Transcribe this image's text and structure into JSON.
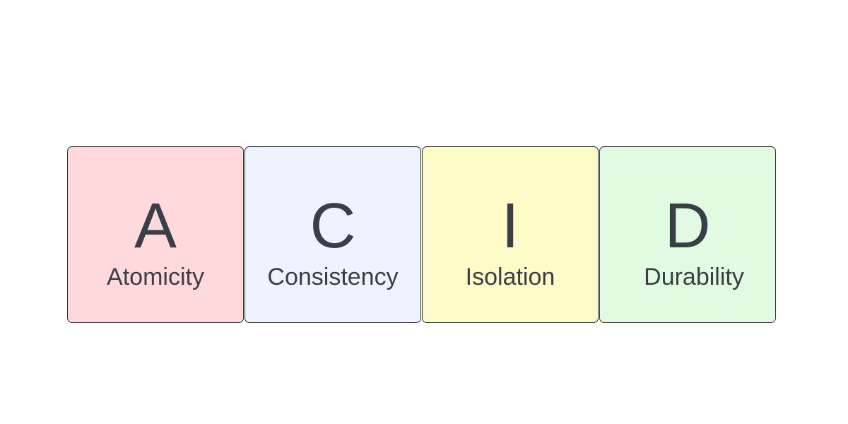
{
  "cards": [
    {
      "letter": "A",
      "word": "Atomicity",
      "color": "#ffd9db"
    },
    {
      "letter": "C",
      "word": "Consistency",
      "color": "#edf3ff"
    },
    {
      "letter": "I",
      "word": "Isolation",
      "color": "#fdfbc8"
    },
    {
      "letter": "D",
      "word": "Durability",
      "color": "#e1fbe2"
    }
  ],
  "colors": {
    "border": "#2b2f36",
    "text": "#3a3f47",
    "background": "#ffffff"
  }
}
